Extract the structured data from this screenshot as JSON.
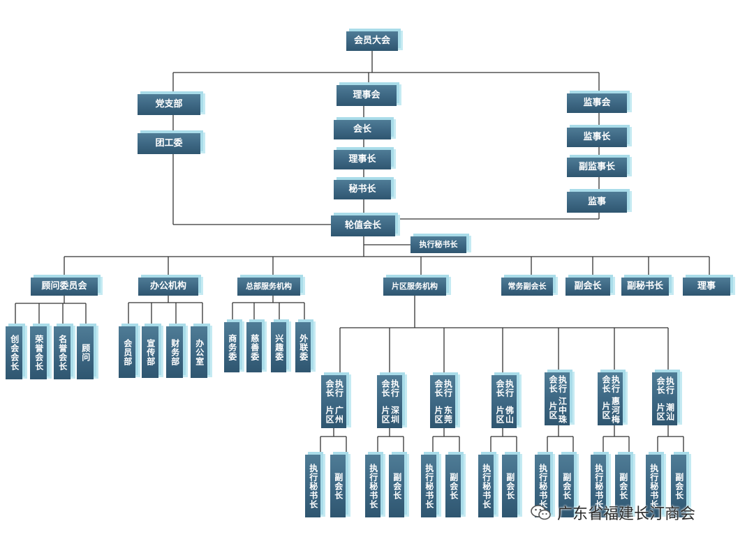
{
  "org": {
    "general_assembly": "会员大会",
    "party_branch": "党支部",
    "youth_committee": "团工委",
    "council": "理事会",
    "president": "会长",
    "chairman": "理事长",
    "secretary_general": "秘书长",
    "supervisory_board": "监事会",
    "chief_supervisor": "监事长",
    "deputy_chief_supervisor": "副监事长",
    "supervisor": "监事",
    "rotating_president": "轮值会长",
    "executive_secretary_general": "执行秘书长",
    "departments": [
      {
        "label": "顾问委员会",
        "children": [
          "创会会长",
          "荣誉会长",
          "名誉会长",
          "顾问"
        ]
      },
      {
        "label": "办公机构",
        "children": [
          "会员部",
          "宣传部",
          "财务部",
          "办公室"
        ]
      },
      {
        "label": "总部服务机构",
        "children": [
          "商务委",
          "慈善委",
          "兴趣委",
          "外联委"
        ]
      },
      {
        "label": "片区服务机构",
        "children": []
      },
      {
        "label": "常务副会长",
        "children": []
      },
      {
        "label": "副会长",
        "children": []
      },
      {
        "label": "副秘书长",
        "children": []
      },
      {
        "label": "理事",
        "children": []
      }
    ],
    "regions": [
      {
        "name": "广州片区",
        "head": "执行会长"
      },
      {
        "name": "深圳片区",
        "head": "执行会长"
      },
      {
        "name": "东莞片区",
        "head": "执行会长"
      },
      {
        "name": "佛山片区",
        "head": "执行会长"
      },
      {
        "name": "江中珠片区",
        "head": "执行会长"
      },
      {
        "name": "惠河梅片区",
        "head": "执行会长"
      },
      {
        "name": "潮汕片区",
        "head": "执行会长"
      }
    ],
    "region_roles": [
      "执行秘书长",
      "副会长"
    ]
  },
  "watermark": {
    "text": "广东省福建长汀商会",
    "icon": "wechat-icon"
  },
  "colors": {
    "box": "#3c6682",
    "box_top": "#a9dce9",
    "line": "#333333"
  }
}
